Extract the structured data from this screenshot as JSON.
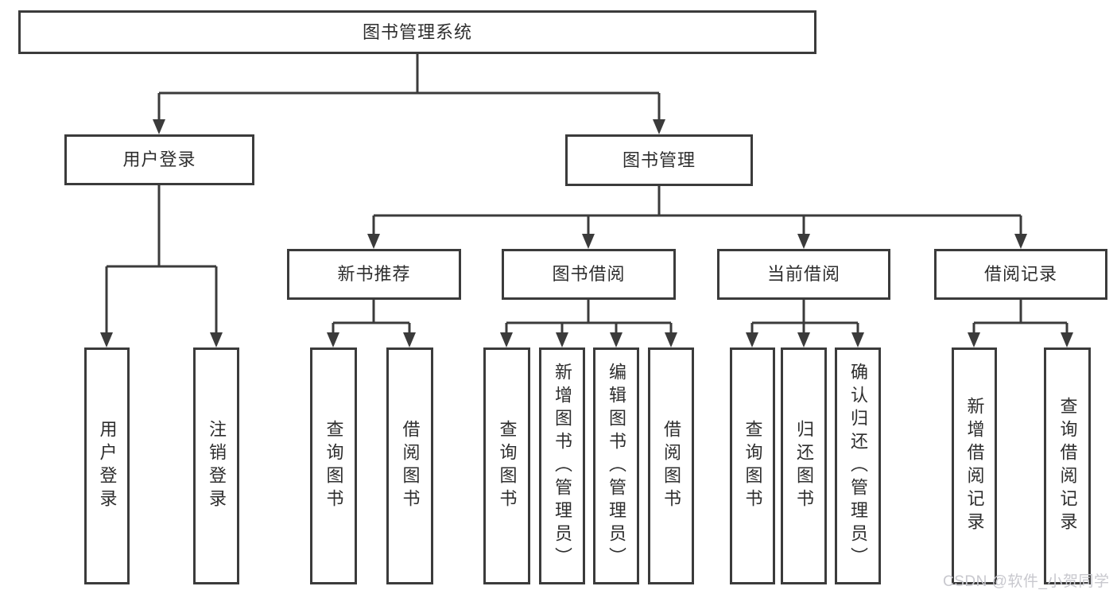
{
  "page": {
    "background": "#ffffff"
  },
  "colors": {
    "line": "#3b3b3b",
    "box_border": "#3b3b3b",
    "box_fill": "#ffffff",
    "text": "#2e2e2e",
    "watermark": "#c8c8ce"
  },
  "watermark": {
    "text": "CSDN @软件_小贺同学"
  },
  "tree": {
    "label": "图书管理系统",
    "children": [
      {
        "label": "用户登录",
        "children": [
          {
            "label": "用户登录"
          },
          {
            "label": "注销登录"
          }
        ]
      },
      {
        "label": "图书管理",
        "children": [
          {
            "label": "新书推荐",
            "children": [
              {
                "label": "查询图书"
              },
              {
                "label": "借阅图书"
              }
            ]
          },
          {
            "label": "图书借阅",
            "children": [
              {
                "label": "查询图书"
              },
              {
                "label": "新增图书（管理员）"
              },
              {
                "label": "编辑图书（管理员）"
              },
              {
                "label": "借阅图书"
              }
            ]
          },
          {
            "label": "当前借阅",
            "children": [
              {
                "label": "查询图书"
              },
              {
                "label": "归还图书"
              },
              {
                "label": "确认归还（管理员）"
              }
            ]
          },
          {
            "label": "借阅记录",
            "children": [
              {
                "label": "新增借阅记录"
              },
              {
                "label": "查询借阅记录"
              }
            ]
          }
        ]
      }
    ]
  }
}
